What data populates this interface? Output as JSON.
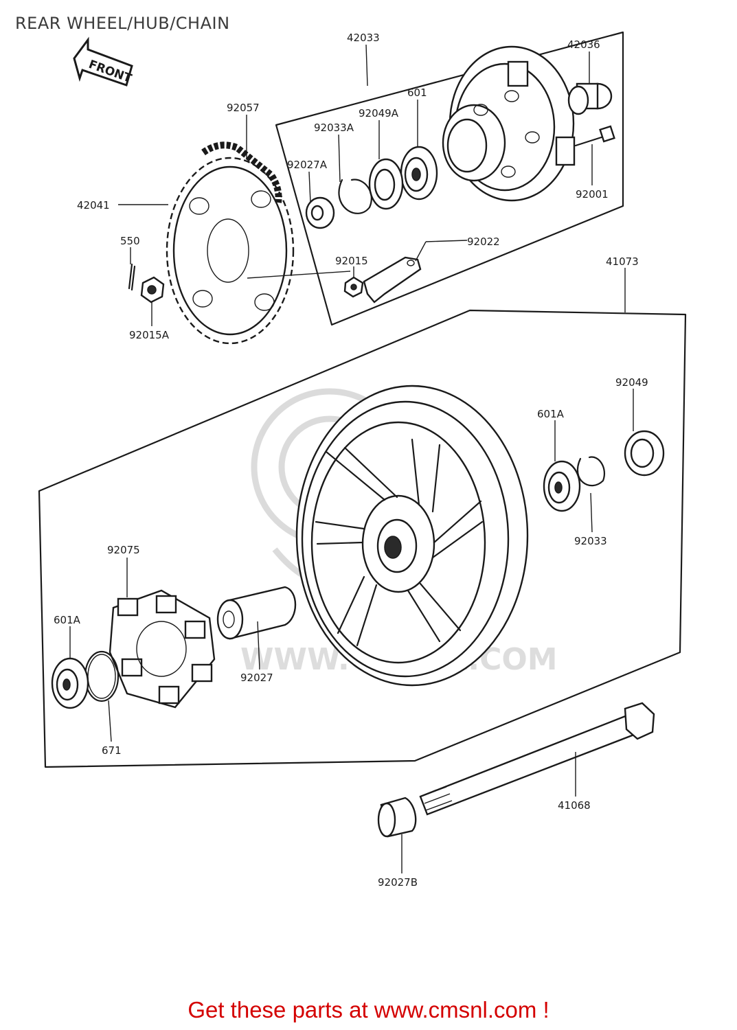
{
  "title": "REAR WHEEL/HUB/CHAIN",
  "front_label": "FRONT",
  "watermark_text": "WWW.CMSNL.COM",
  "footer": "Get these parts at www.cmsnl.com !",
  "parts": [
    {
      "id": "p42033",
      "label": "42033"
    },
    {
      "id": "p42036",
      "label": "42036"
    },
    {
      "id": "p92057",
      "label": "92057"
    },
    {
      "id": "p601",
      "label": "601"
    },
    {
      "id": "p92049A",
      "label": "92049A"
    },
    {
      "id": "p92033A",
      "label": "92033A"
    },
    {
      "id": "p92027A",
      "label": "92027A"
    },
    {
      "id": "p42041",
      "label": "42041"
    },
    {
      "id": "p92001",
      "label": "92001"
    },
    {
      "id": "p550",
      "label": "550"
    },
    {
      "id": "p92022",
      "label": "92022"
    },
    {
      "id": "p92015",
      "label": "92015"
    },
    {
      "id": "p41073",
      "label": "41073"
    },
    {
      "id": "p92015A",
      "label": "92015A"
    },
    {
      "id": "p92049",
      "label": "92049"
    },
    {
      "id": "p601A_r",
      "label": "601A"
    },
    {
      "id": "p92033",
      "label": "92033"
    },
    {
      "id": "p92075",
      "label": "92075"
    },
    {
      "id": "p601A_l",
      "label": "601A"
    },
    {
      "id": "p92027",
      "label": "92027"
    },
    {
      "id": "p671",
      "label": "671"
    },
    {
      "id": "p41068",
      "label": "41068"
    },
    {
      "id": "p92027B",
      "label": "92027B"
    }
  ]
}
